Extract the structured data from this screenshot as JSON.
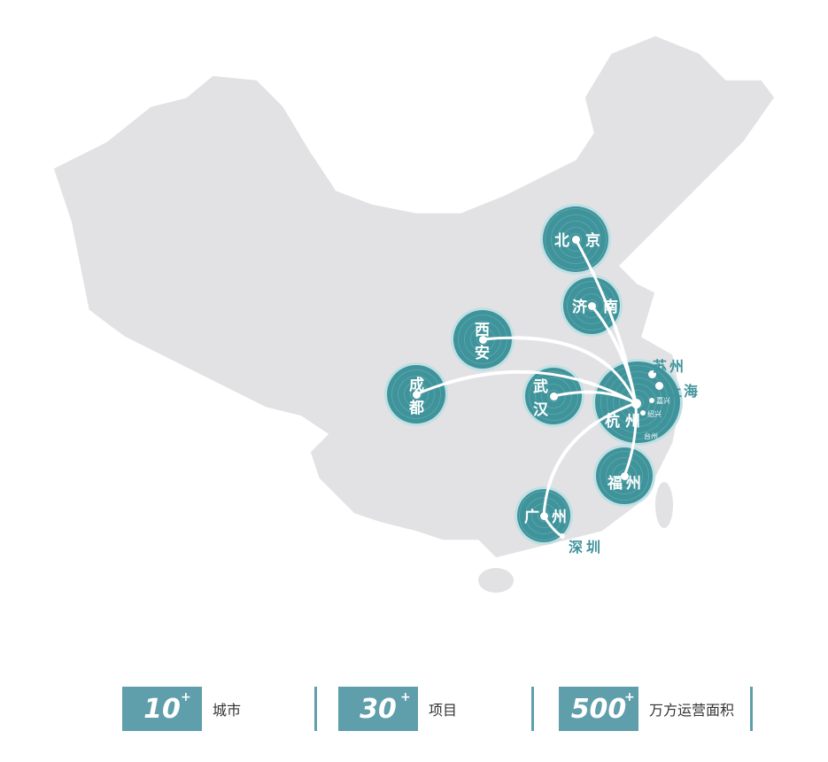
{
  "colors": {
    "accent": "#3f939b",
    "map_fill": "#e2e2e4",
    "stat_bg": "#5f9eab"
  },
  "hub": "杭州",
  "cities": [
    {
      "id": "beijing",
      "name": "北京"
    },
    {
      "id": "jinan",
      "name": "济南"
    },
    {
      "id": "xian",
      "name": "西安"
    },
    {
      "id": "chengdu",
      "name": "成都"
    },
    {
      "id": "wuhan",
      "name": "武汉"
    },
    {
      "id": "hangzhou",
      "name": "杭州"
    },
    {
      "id": "fuzhou",
      "name": "福州"
    },
    {
      "id": "guangzhou",
      "name": "广州"
    }
  ],
  "outer_labels": {
    "suzhou": "苏州",
    "shanghai": "上海",
    "shenzhen": "深圳"
  },
  "small_labels": {
    "jiaxing": "嘉兴",
    "shaoxing": "绍兴",
    "taizhou": "台州"
  },
  "stats": [
    {
      "value": "10",
      "suffix": "+",
      "label": "城市"
    },
    {
      "value": "30",
      "suffix": "+",
      "label": "项目"
    },
    {
      "value": "500",
      "suffix": "+",
      "label": "万方运营面积"
    }
  ]
}
